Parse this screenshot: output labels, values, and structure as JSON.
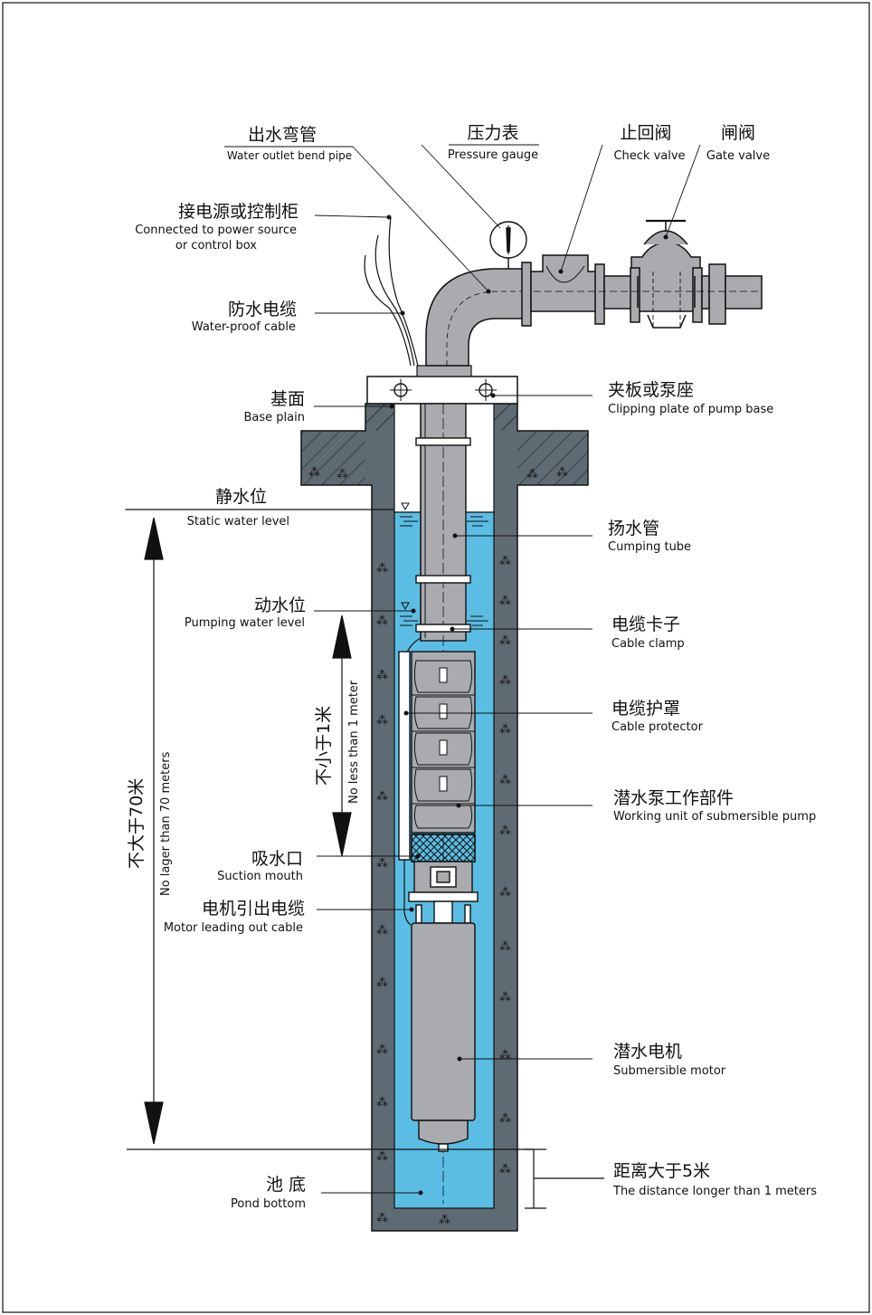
{
  "labels": {
    "outlet_bend": {
      "zh": "出水弯管",
      "en": "Water  outlet  bend  pipe"
    },
    "pressure_gauge": {
      "zh": "压力表",
      "en": "Pressure gauge"
    },
    "check_valve": {
      "zh": "止回阀",
      "en": "Check valve"
    },
    "gate_valve": {
      "zh": "闸阀",
      "en": "Gate valve"
    },
    "power": {
      "zh": "接电源或控制柜",
      "en1": "Connected to power source",
      "en2": "or control box"
    },
    "cable": {
      "zh": "防水电缆",
      "en": "Water-proof cable"
    },
    "base": {
      "zh": "基面",
      "en": "Base plain"
    },
    "clip_plate": {
      "zh": "夹板或泵座",
      "en": "Clipping plate of pump base"
    },
    "static_level": {
      "zh": "静水位",
      "en": "Static water level"
    },
    "tube": {
      "zh": "扬水管",
      "en": "Cumping tube"
    },
    "pumping_level": {
      "zh": "动水位",
      "en": "Pumping water level"
    },
    "cable_clamp": {
      "zh": "电缆卡子",
      "en": "Cable clamp"
    },
    "cable_protector": {
      "zh": "电缆护罩",
      "en": "Cable protector"
    },
    "working_unit": {
      "zh": "潜水泵工作部件",
      "en": "Working unit of submersible pump"
    },
    "suction": {
      "zh": "吸水口",
      "en": "Suction mouth"
    },
    "motor_cable": {
      "zh": "电机引出电缆",
      "en": "Motor leading out cable"
    },
    "motor": {
      "zh": "潜水电机",
      "en": "Submersible motor"
    },
    "pond_bottom": {
      "zh": "池 底",
      "en": "Pond bottom"
    },
    "distance": {
      "zh": "距离大于5米",
      "en": "The distance longer than 1 meters"
    }
  },
  "dimensions": {
    "max_depth": {
      "zh": "不大于70米",
      "en": "No lager than 70 meters"
    },
    "min_depth": {
      "zh": "不小于1米",
      "en": "No less than 1 meter"
    }
  },
  "colors": {
    "concrete": "#5f6b72",
    "water": "#5bbde3",
    "pipe": "#a9abae",
    "outline": "#111111"
  }
}
